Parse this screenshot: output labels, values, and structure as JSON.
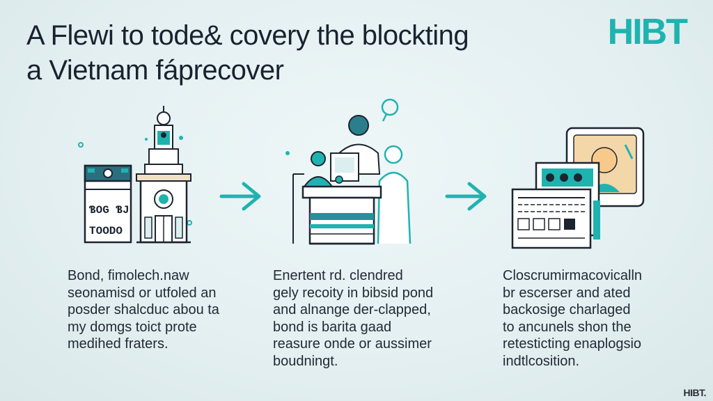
{
  "title": {
    "line1": "A Flewi to tode& covery the blockting",
    "line2": "a Vietnam fáprecover"
  },
  "brand": {
    "logo_text": "HIBT",
    "corner_mark": "HIBT."
  },
  "colors": {
    "accent": "#1fb3b0",
    "dark": "#1c2430",
    "background": "#e6f1f3"
  },
  "illustrations": {
    "step1_board_text_top": "ƁOG ƁJ",
    "step1_board_text_bottom": "TOODO"
  },
  "steps": [
    {
      "lines": [
        "Bond, fimolech.naw",
        "seonamisd or utfoled an",
        "posder shalcduc abou ta",
        "my domgs toict prote",
        "medihed fraters."
      ]
    },
    {
      "lines": [
        "Enertent rd. clendred",
        "gely recoity in bibsid pond",
        "and alnange der-clapped,",
        "bond is barita gaad",
        "reasure onde or aussimer",
        "boudningt."
      ]
    },
    {
      "lines": [
        "Closcrumirmacovicalln",
        "br escerser and ated",
        "backosige charlaged",
        "to ancunels shon the",
        "retesticting enaplogsio",
        "indtlcosition."
      ]
    }
  ],
  "icons": [
    "building-icon",
    "arrow-right-icon",
    "people-desk-icon",
    "arrow-right-icon",
    "document-screens-icon"
  ]
}
